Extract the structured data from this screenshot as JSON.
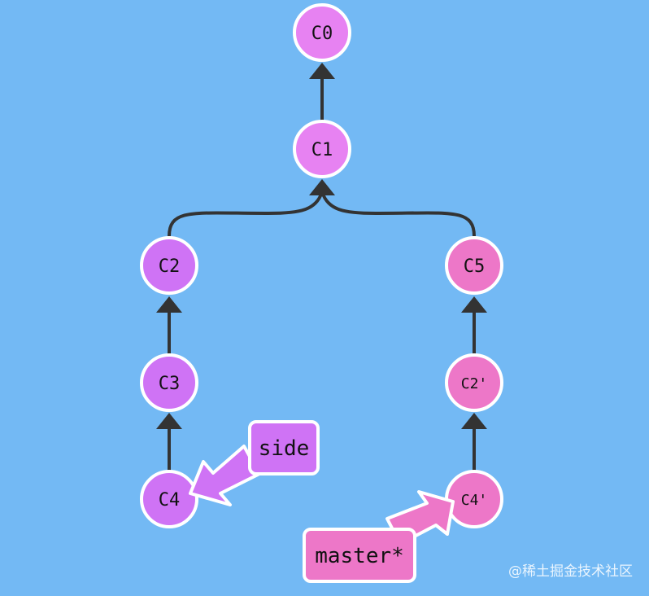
{
  "colors": {
    "background": "#73b9f4",
    "commit_purple": "#cf73f5",
    "commit_light_purple": "#e782f2",
    "commit_pink": "#ed77c8",
    "node_stroke": "#ffffff",
    "edge": "#333333"
  },
  "commits": [
    {
      "id": "C0",
      "label": "C0"
    },
    {
      "id": "C1",
      "label": "C1"
    },
    {
      "id": "C2",
      "label": "C2"
    },
    {
      "id": "C3",
      "label": "C3"
    },
    {
      "id": "C4",
      "label": "C4"
    },
    {
      "id": "C5",
      "label": "C5"
    },
    {
      "id": "C2p",
      "label": "C2'"
    },
    {
      "id": "C4p",
      "label": "C4'"
    }
  ],
  "branches": [
    {
      "id": "side",
      "label": "side",
      "target": "C4"
    },
    {
      "id": "master",
      "label": "master*",
      "target": "C4'"
    }
  ],
  "watermark": "@稀土掘金技术社区"
}
